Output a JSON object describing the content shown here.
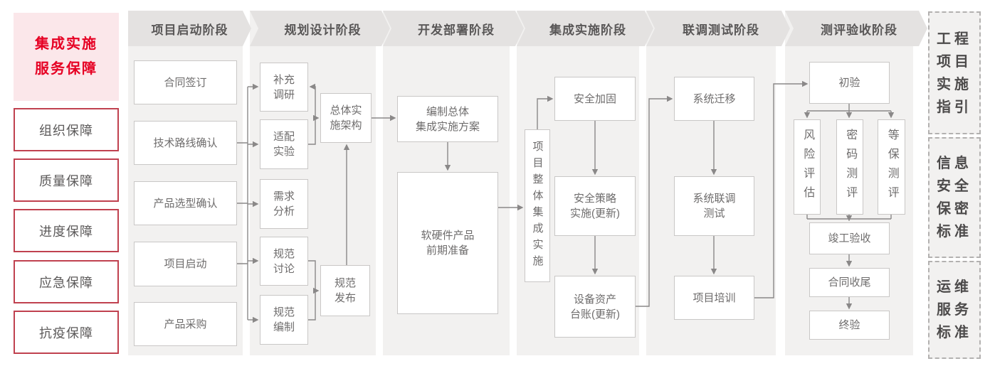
{
  "diagram_title": "集成实施\n服务保障",
  "guarantees": [
    "组织保障",
    "质量保障",
    "进度保障",
    "应急保障",
    "抗疫保障"
  ],
  "columns": [
    {
      "header": "项目启动阶段",
      "items": [
        "合同签订",
        "技术路线确认",
        "产品选型确认",
        "项目启动",
        "产品采购"
      ]
    },
    {
      "header": "规划设计阶段",
      "items": [
        "补充\n调研",
        "适配\n实验",
        "需求\n分析",
        "规范\n讨论",
        "规范\n编制",
        "总体实\n施架构",
        "规范\n发布"
      ]
    },
    {
      "header": "开发部署阶段",
      "items": [
        "编制总体\n集成实施方案",
        "软硬件产品\n前期准备"
      ]
    },
    {
      "header": "集成实施阶段",
      "items": [
        "项目整体集成实施",
        "安全加固",
        "安全策略\n实施(更新)",
        "设备资产\n台账(更新)"
      ]
    },
    {
      "header": "联调测试阶段",
      "items": [
        "系统迁移",
        "系统联调\n测试",
        "项目培训"
      ]
    },
    {
      "header": "测评验收阶段",
      "items": [
        "初验",
        "风险评估",
        "密码测评",
        "等保测评",
        "竣工验收",
        "合同收尾",
        "终验"
      ]
    }
  ],
  "standards": [
    "工程\n项目\n实施\n指引",
    "信息\n安全\n保密\n标准",
    "运维\n服务\n标准"
  ],
  "colors": {
    "accent_red": "#e60023",
    "guarantee_border_red": "#c0414f",
    "title_pink_bg": "#fbe7ea",
    "panel_gray": "#f2f1f0",
    "header_gray": "#e4e2e1",
    "connector_gray": "#8a8888",
    "node_border_gray": "#c9c7c6",
    "text_gray": "#6e6c6c"
  }
}
